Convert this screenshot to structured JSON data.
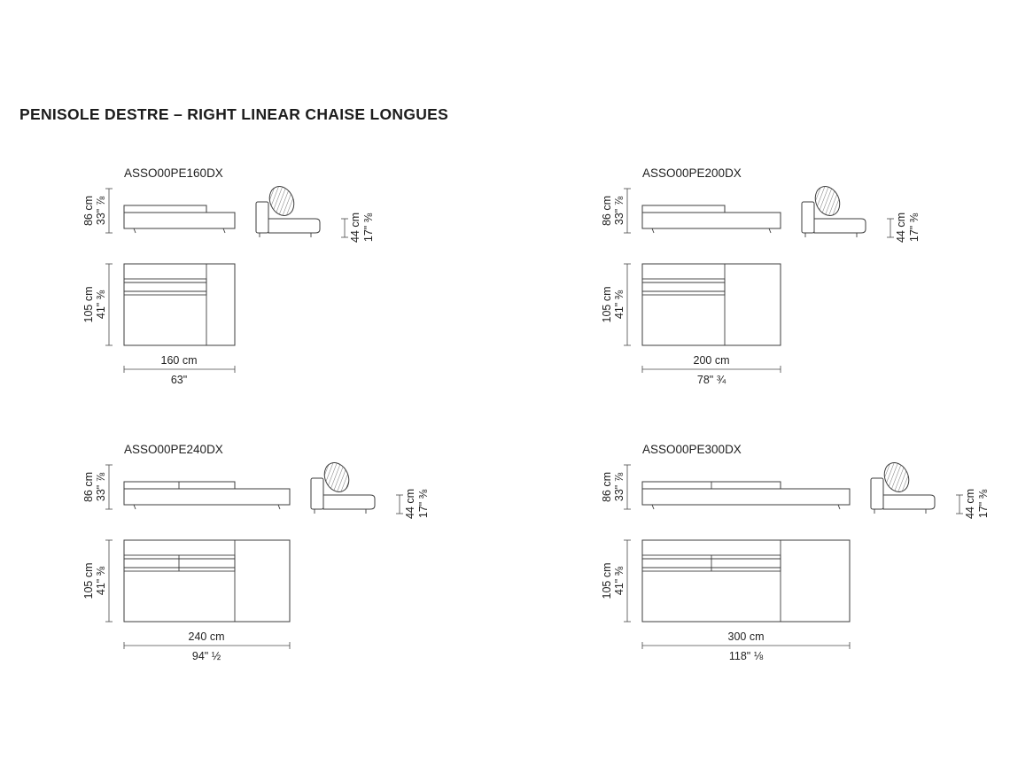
{
  "page": {
    "title": "PENISOLE DESTRE – RIGHT LINEAR CHAISE LONGUES"
  },
  "products": [
    {
      "code": "ASSO00PE160DX",
      "height_cm": "86 cm",
      "height_in": "33\" ⅞",
      "depth_cm": "105 cm",
      "depth_in": "41\" ⅜",
      "seat_height_cm": "44 cm",
      "seat_height_in": "17\" ⅜",
      "width_cm": "160 cm",
      "width_in": "63\""
    },
    {
      "code": "ASSO00PE200DX",
      "height_cm": "86 cm",
      "height_in": "33\" ⅞",
      "depth_cm": "105 cm",
      "depth_in": "41\" ⅜",
      "seat_height_cm": "44 cm",
      "seat_height_in": "17\" ⅜",
      "width_cm": "200 cm",
      "width_in": "78\" ¾"
    },
    {
      "code": "ASSO00PE240DX",
      "height_cm": "86 cm",
      "height_in": "33\" ⅞",
      "depth_cm": "105 cm",
      "depth_in": "41\" ⅜",
      "seat_height_cm": "44 cm",
      "seat_height_in": "17\" ⅜",
      "width_cm": "240 cm",
      "width_in": "94\" ½"
    },
    {
      "code": "ASSO00PE300DX",
      "height_cm": "86 cm",
      "height_in": "33\" ⅞",
      "depth_cm": "105 cm",
      "depth_in": "41\" ⅜",
      "seat_height_cm": "44 cm",
      "seat_height_in": "17\" ⅜",
      "width_cm": "300 cm",
      "width_in": "118\" ⅛"
    }
  ]
}
